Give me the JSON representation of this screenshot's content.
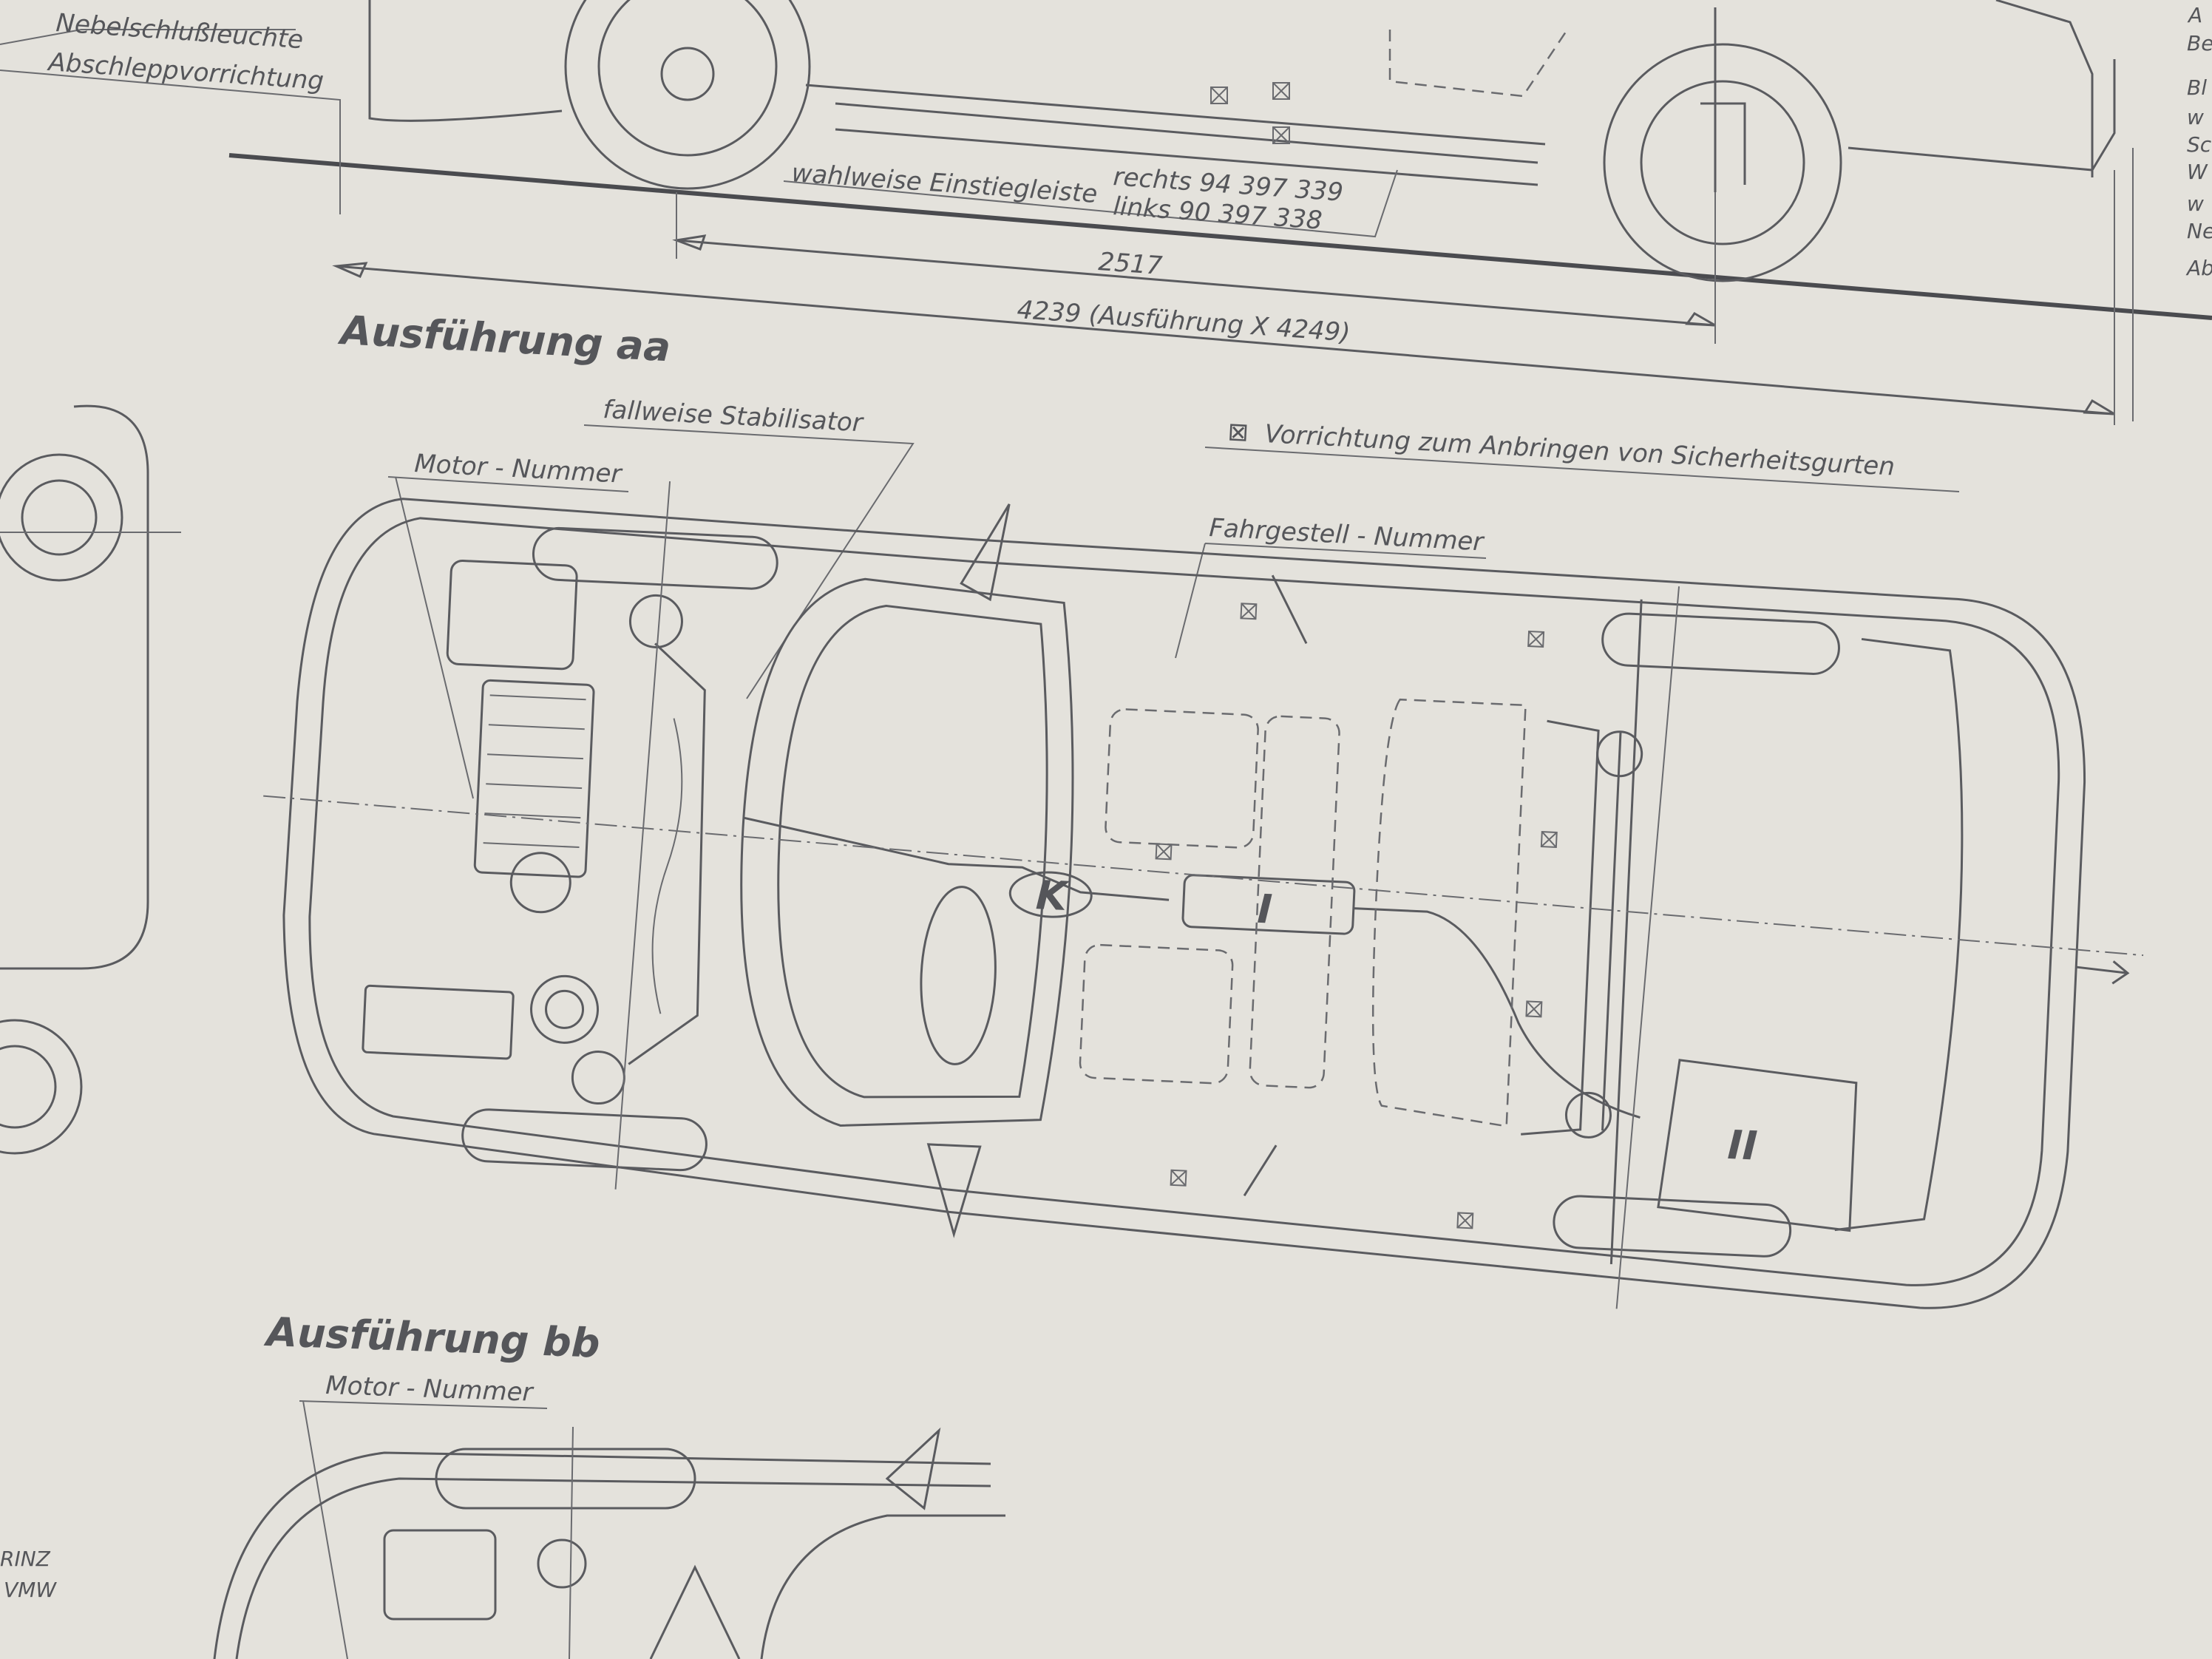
{
  "top_labels": {
    "fog_light": "Nebelschlußleuchte",
    "towing": "Abschleppvorrichtung",
    "sill_optional": "wahlweise Einstiegleiste",
    "sill_right": "rechts  94 397 339",
    "sill_left": "links   90 397 338"
  },
  "dimensions": {
    "wheelbase": "2517",
    "length": "4239  (Ausführung X 4249)"
  },
  "right_edge_fragments": [
    "A",
    "Be",
    "Bl",
    "w",
    "Sc",
    "W",
    "w",
    "Ne",
    "Ab"
  ],
  "variant_aa": {
    "title": "Ausführung aa",
    "stabilizer": "fallweise Stabilisator",
    "engine_number": "Motor - Nummer",
    "chassis_number": "Fahrgestell - Nummer",
    "seatbelt_note": "Vorrichtung  zum  Anbringen  von  Sicherheitsgurten",
    "seatbelt_symbol": "⊠",
    "marker_k": "K",
    "marker_1": "I",
    "marker_2": "II"
  },
  "variant_bb": {
    "title": "Ausführung bb",
    "engine_number": "Motor - Nummer"
  },
  "left_edge_fragments": [
    "RINZ",
    "VMW"
  ]
}
